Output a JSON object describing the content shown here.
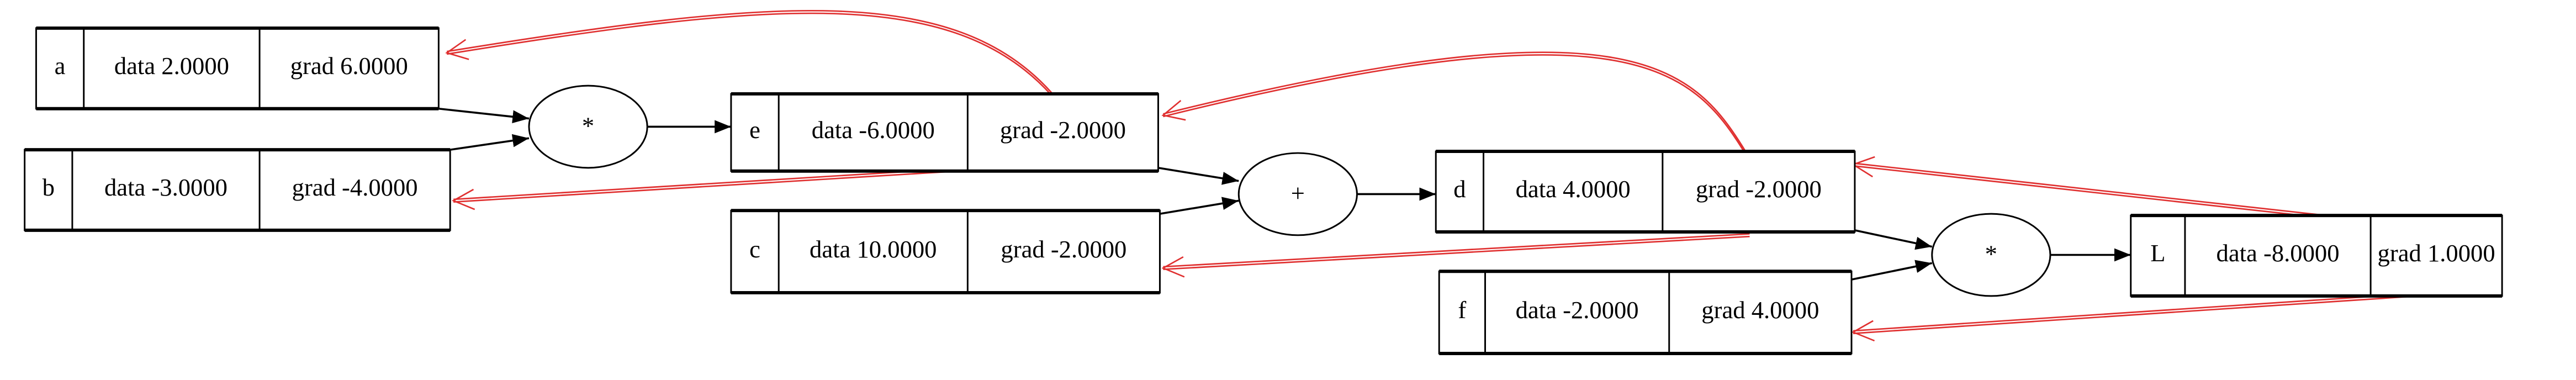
{
  "colors": {
    "forward_edge": "#000000",
    "gradient_edge": "#e03030",
    "background": "#ffffff"
  },
  "nodes": [
    {
      "id": "a",
      "label": "a",
      "data": "data 2.0000",
      "grad": "grad 6.0000"
    },
    {
      "id": "b",
      "label": "b",
      "data": "data -3.0000",
      "grad": "grad -4.0000"
    },
    {
      "id": "e",
      "label": "e",
      "data": "data -6.0000",
      "grad": "grad -2.0000"
    },
    {
      "id": "c",
      "label": "c",
      "data": "data 10.0000",
      "grad": "grad -2.0000"
    },
    {
      "id": "d",
      "label": "d",
      "data": "data 4.0000",
      "grad": "grad -2.0000"
    },
    {
      "id": "f",
      "label": "f",
      "data": "data -2.0000",
      "grad": "grad 4.0000"
    },
    {
      "id": "L",
      "label": "L",
      "data": "data -8.0000",
      "grad": "grad 1.0000"
    }
  ],
  "ops": [
    {
      "id": "mul1",
      "label": "*"
    },
    {
      "id": "add1",
      "label": "+"
    },
    {
      "id": "mul2",
      "label": "*"
    }
  ],
  "edges": [
    {
      "from": "a",
      "to": "mul1"
    },
    {
      "from": "b",
      "to": "mul1"
    },
    {
      "from": "mul1",
      "to": "e"
    },
    {
      "from": "e",
      "to": "add1"
    },
    {
      "from": "c",
      "to": "add1"
    },
    {
      "from": "add1",
      "to": "d"
    },
    {
      "from": "d",
      "to": "mul2"
    },
    {
      "from": "f",
      "to": "mul2"
    },
    {
      "from": "mul2",
      "to": "L"
    }
  ],
  "gradient_edges": [
    {
      "from": "e",
      "to": "a"
    },
    {
      "from": "e",
      "to": "b"
    },
    {
      "from": "d",
      "to": "e"
    },
    {
      "from": "d",
      "to": "c"
    },
    {
      "from": "L",
      "to": "d"
    },
    {
      "from": "L",
      "to": "f"
    }
  ]
}
